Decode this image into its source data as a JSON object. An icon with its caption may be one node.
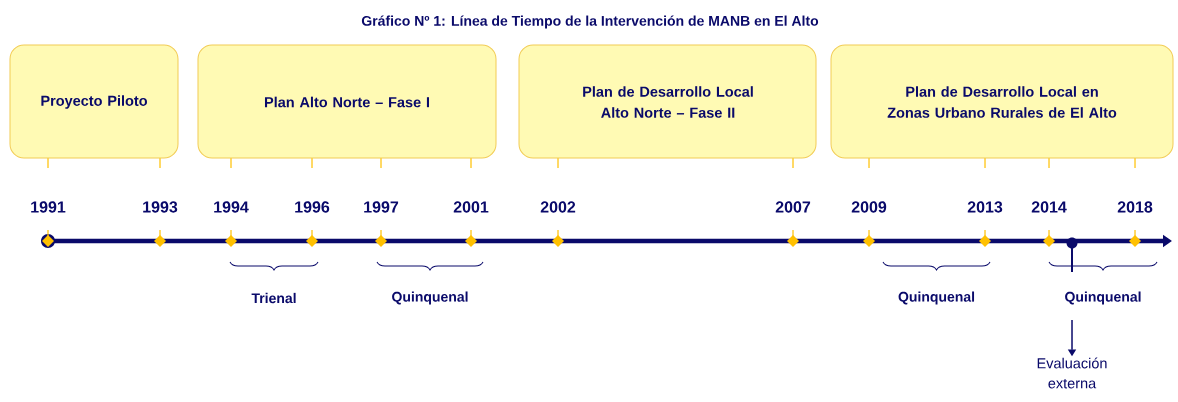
{
  "diagram": {
    "title": "Gráfico Nº 1: Línea de Tiempo de la Intervención de MANB en El Alto",
    "nodes": [
      {
        "text": [
          "Proyecto Piloto"
        ]
      },
      {
        "text": [
          "Plan Alto Norte – Fase I"
        ]
      },
      {
        "text": [
          "Plan de Desarrollo Local Alto Norte – Fase II"
        ]
      },
      {
        "text": [
          "Plan de Desarrollo Local en Zonas Urbano Rurales de El Alto"
        ]
      },
      {
        "text": [
          "Evaluación externa"
        ]
      }
    ],
    "edges": [
      {
        "from": null,
        "to": 4,
        "arrow": "to"
      }
    ],
    "labels": [
      "1991",
      "1993",
      "1994",
      "1996",
      "1997",
      "2001",
      "2002",
      "2007",
      "2009",
      "2013",
      "2014",
      "2018",
      "Trienal",
      "Quinquenal",
      "Quinquenal",
      "Quinquenal"
    ]
  }
}
